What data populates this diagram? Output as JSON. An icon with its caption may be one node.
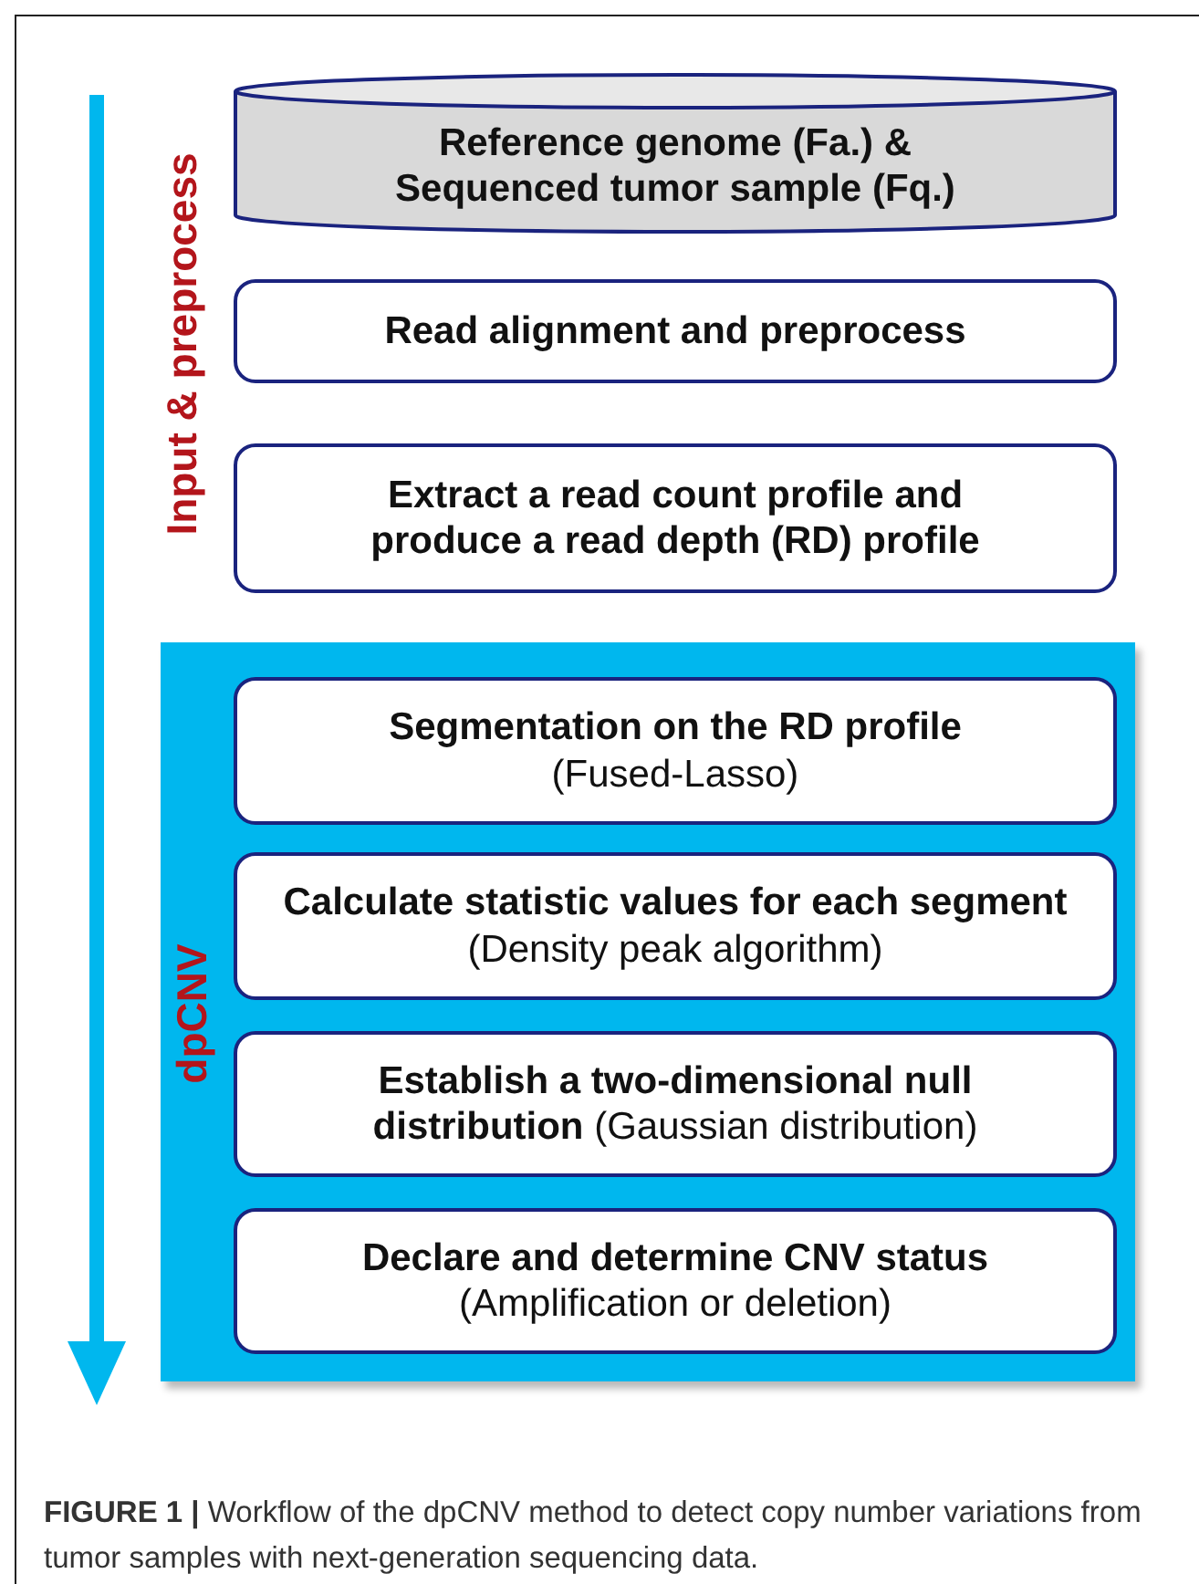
{
  "diagram": {
    "caption": "**FIGURE 1 |** Workflow of the dpCNV method to detect copy number variations from tumor samples with next-generation sequencing data.",
    "nodes": [
      {
        "text": [
          "Reference genome (Fa.) & Sequenced tumor sample (Fq.)"
        ]
      },
      {
        "text": [
          "Read alignment and preprocess"
        ]
      },
      {
        "text": [
          "Extract a read count profile and produce a read depth (RD) profile"
        ]
      },
      {
        "text": [
          "dpCNV"
        ]
      },
      {
        "text": [
          "Segmentation on the RD profile",
          "(Fused-Lasso)"
        ],
        "in": 3
      },
      {
        "text": [
          "**Calculate statistic values for each segment** (Density peak algorithm)"
        ],
        "in": 3
      },
      {
        "text": [
          "**Establish a two-dimensional null distribution** (Gaussian distribution)"
        ],
        "in": 3
      },
      {
        "text": [
          "Declare and determine CNV status",
          "(Amplification or deletion)"
        ],
        "in": 3
      }
    ],
    "labels": [
      "Input & preprocess"
    ]
  }
}
